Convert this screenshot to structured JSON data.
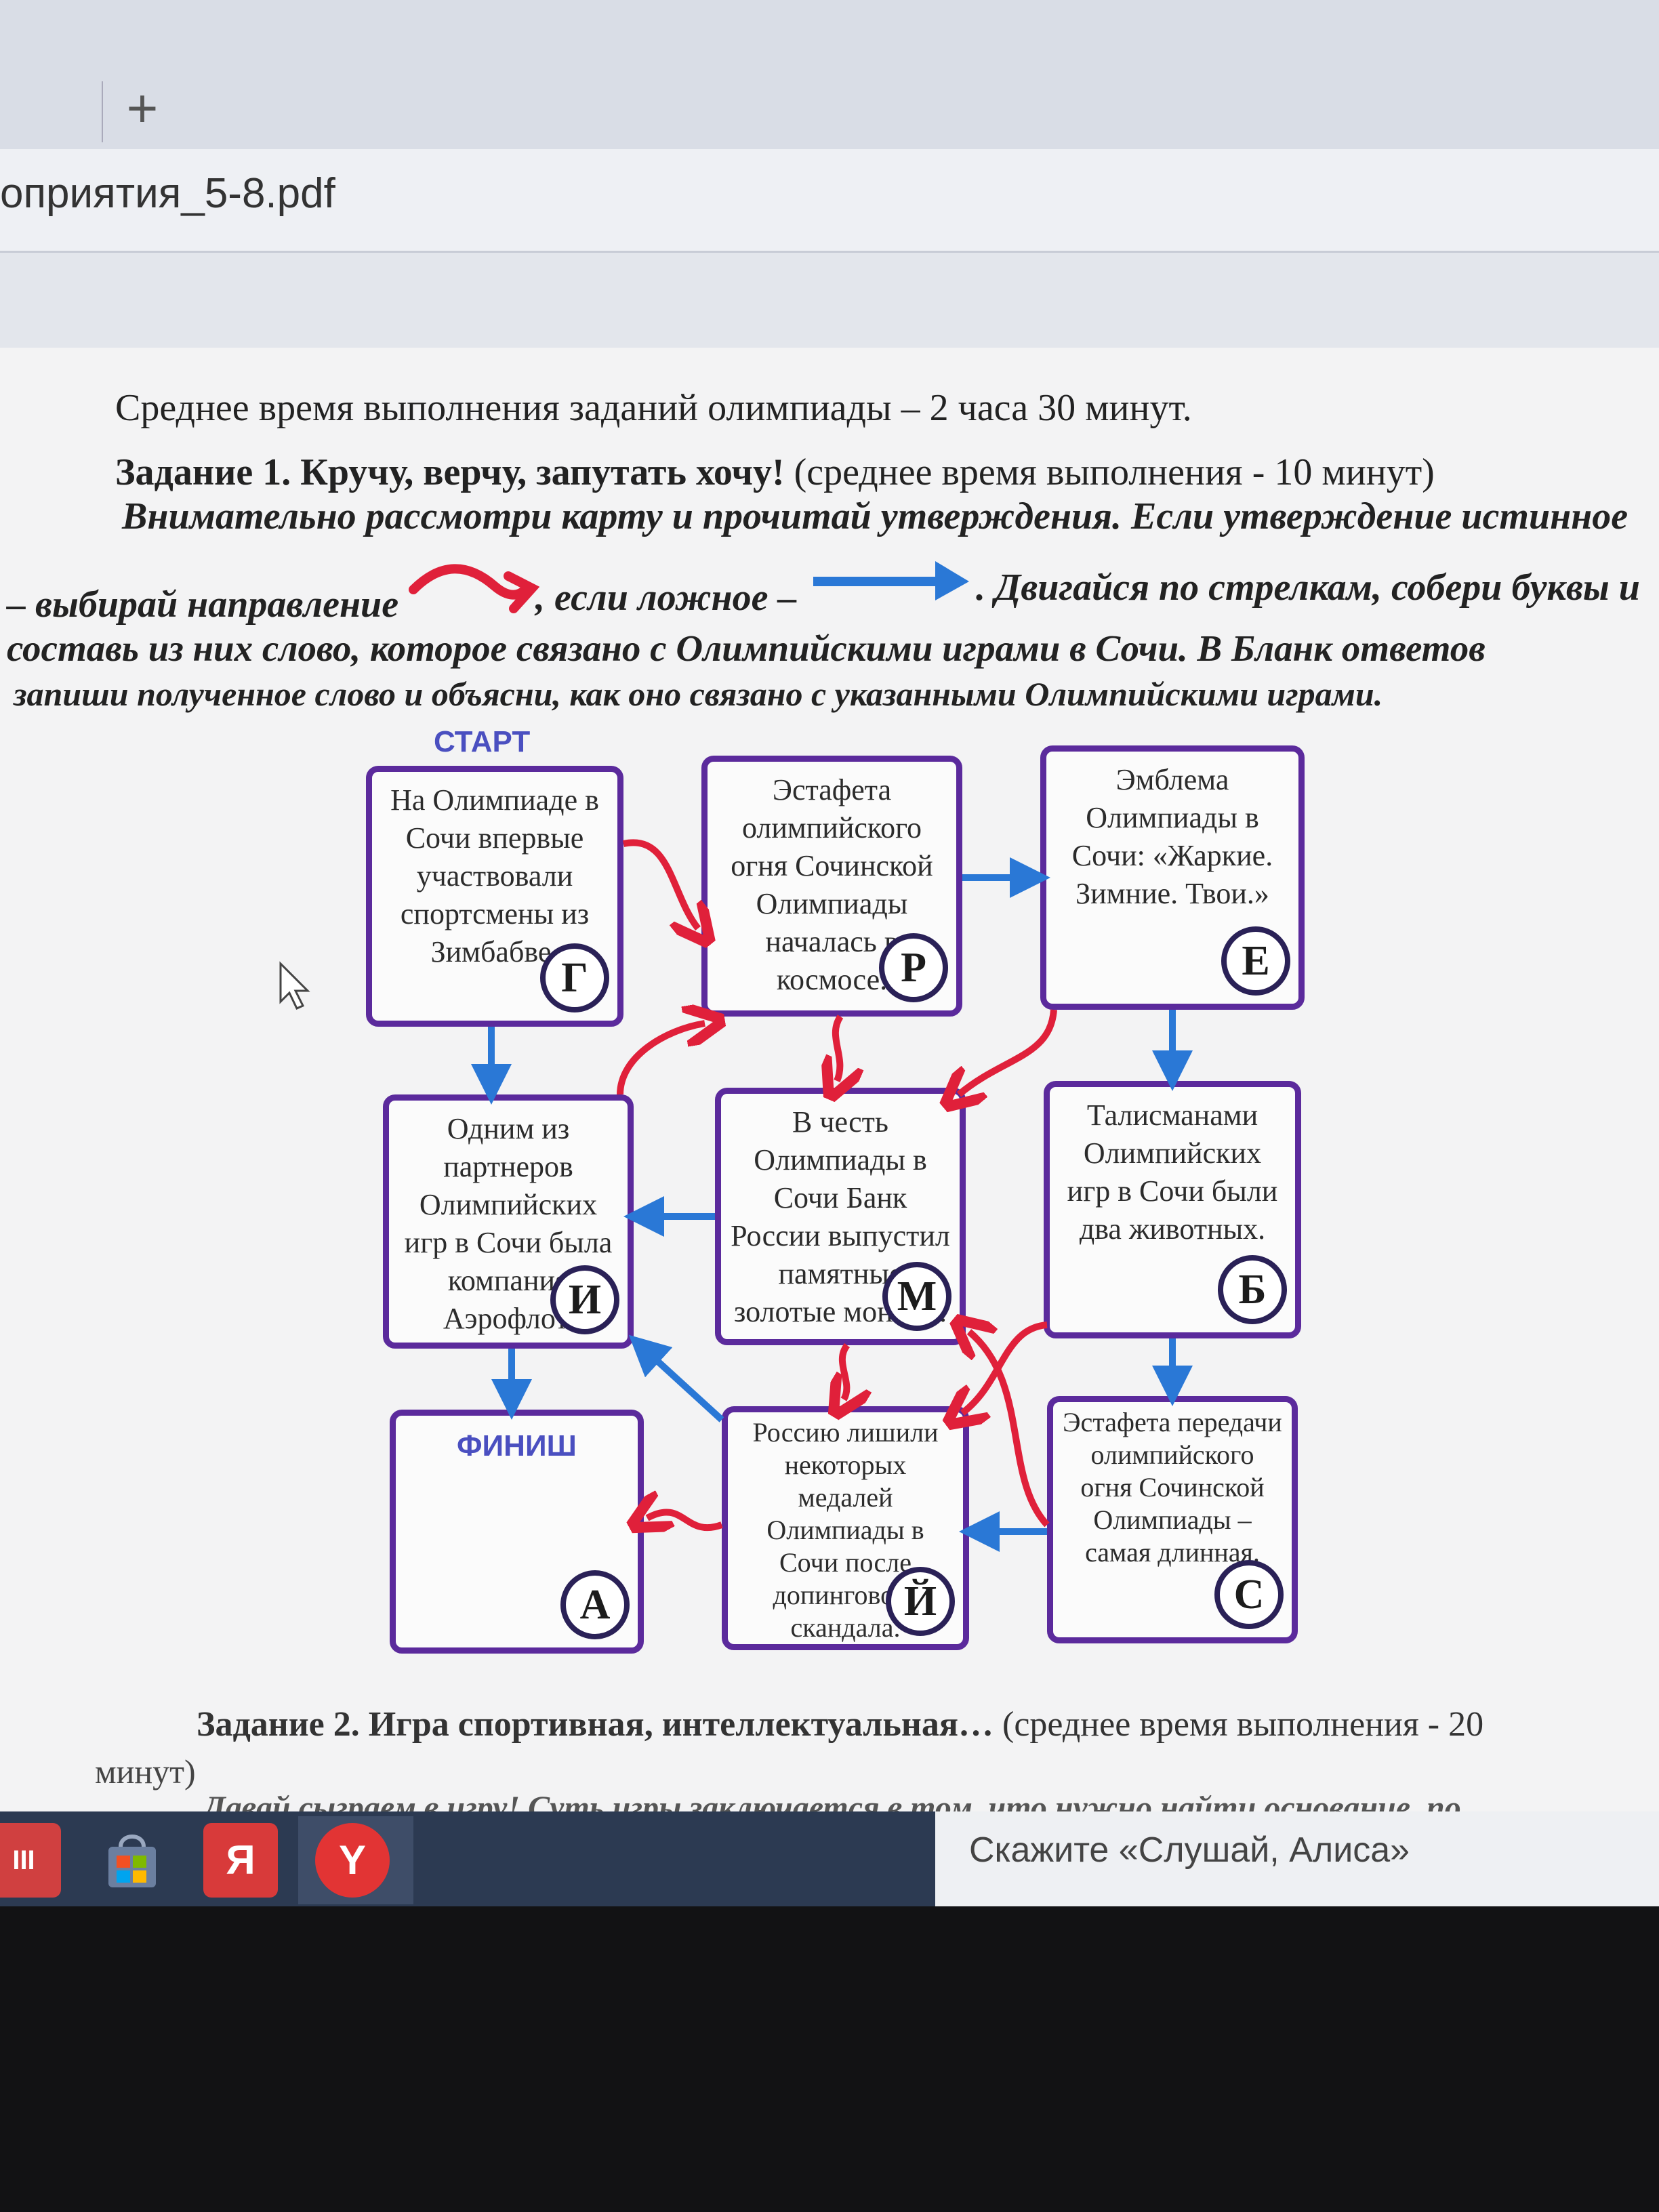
{
  "browser": {
    "new_tab": "+",
    "file_name": "оприятия_5-8.pdf"
  },
  "document": {
    "line1": "Среднее время выполнения заданий олимпиады – 2 часа 30 минут.",
    "task1_title": "Задание 1. Кручу, верчу, запутать хочу!",
    "task1_time": " (среднее время выполнения - 10 минут)",
    "instr1": "Внимательно рассмотри карту и прочитай утверждения. Если утверждение истинное",
    "instr2a": "– выбирай направление",
    "instr2b": ", если ложное –",
    "instr2c": ". Двигайся по стрелкам, собери буквы и",
    "instr3": "составь из них слово, которое связано с Олимпийскими играми в Сочи. В Бланк ответов",
    "instr4": "запиши полученное слово и объясни, как оно связано с указанными Олимпийскими играми.",
    "task2_title": "Задание 2. Игра спортивная, интеллектуальная…",
    "task2_time": " (среднее время выполнения - 20",
    "task2_time2": "минут)",
    "task2_cut": "Давай сыграем в игру! Суть игры заключается в том, что нужно найти основание, по"
  },
  "diagram": {
    "start_label": "СТАРТ",
    "finish_label": "ФИНИШ",
    "true_color": "#e0203a",
    "false_color": "#2a78d6",
    "boxes": {
      "g": {
        "text": "На Олимпиаде в Сочи впервые участвовали спортсмены из Зимбабве.",
        "letter": "Г"
      },
      "r": {
        "text": "Эстафета олимпийского огня Сочинской Олимпиады началась в космосе.",
        "letter": "Р"
      },
      "e": {
        "text": "Эмблема Олимпиады в Сочи: «Жаркие. Зимние. Твои.»",
        "letter": "Е"
      },
      "i": {
        "text": "Одним из партнеров Олимпийских игр в Сочи была компания Аэрофлот.",
        "letter": "И"
      },
      "m": {
        "text": "В честь Олимпиады в Сочи Банк России выпустил памятные золотые монеты.",
        "letter": "М"
      },
      "bb": {
        "text": "Талисманами Олимпийских игр в Сочи были два животных.",
        "letter": "Б"
      },
      "a": {
        "text": "",
        "letter": "А"
      },
      "y": {
        "text": "Россию лишили некоторых медалей Олимпиады в Сочи после допингового скандала.",
        "letter": "Й"
      },
      "s": {
        "text": "Эстафета передачи олимпийского огня Сочинской Олимпиады – самая длинная.",
        "letter": "С"
      }
    }
  },
  "taskbar": {
    "search_placeholder": "Скажите «Слушай, Алиса»",
    "yandex_label": "Я",
    "browser_label": "Y",
    "menu_label": "III"
  }
}
